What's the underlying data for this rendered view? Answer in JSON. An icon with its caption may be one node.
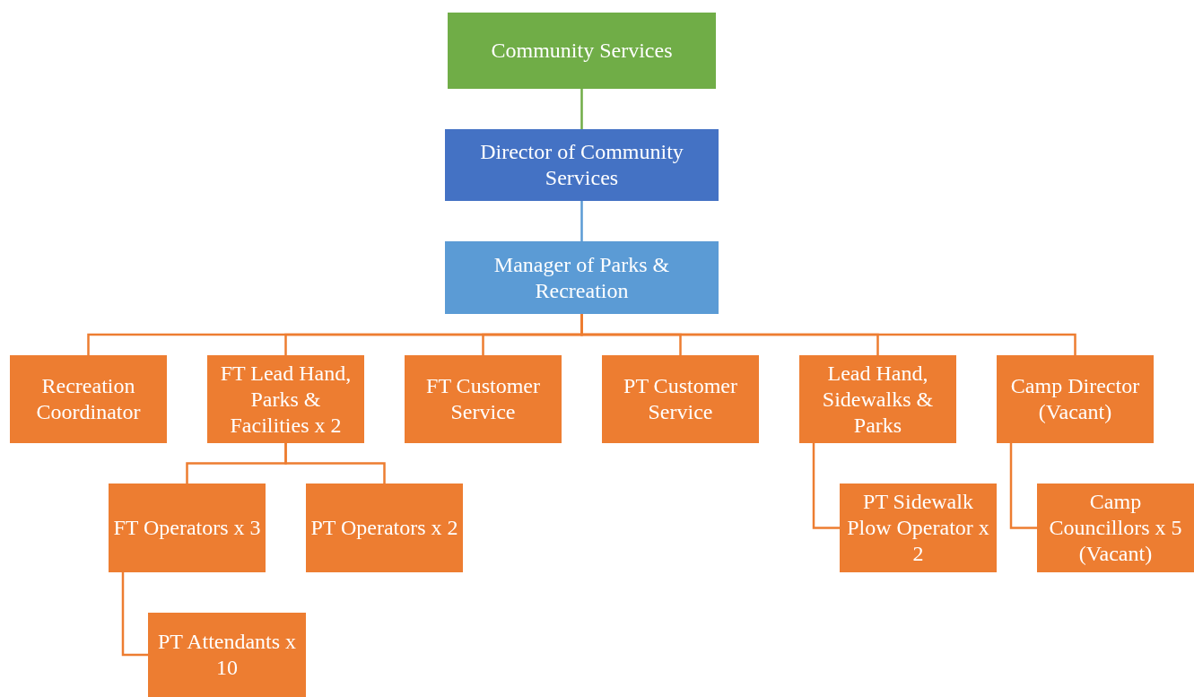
{
  "diagram": {
    "nodes": [
      {
        "text": [
          "Community Services"
        ]
      },
      {
        "text": [
          "Director of Community Services"
        ]
      },
      {
        "text": [
          "Manager of Parks & Recreation"
        ]
      },
      {
        "text": [
          "Recreation Coordinator"
        ]
      },
      {
        "text": [
          "FT Lead Hand, Parks & Facilities x 2"
        ]
      },
      {
        "text": [
          "FT Customer Service"
        ]
      },
      {
        "text": [
          "PT Customer Service"
        ]
      },
      {
        "text": [
          "Lead Hand, Sidewalks & Parks"
        ]
      },
      {
        "text": [
          "Camp Director (Vacant)"
        ]
      },
      {
        "text": [
          "FT Operators x 3"
        ]
      },
      {
        "text": [
          "PT Operators x 2"
        ]
      },
      {
        "text": [
          "PT Attendants x 10"
        ]
      },
      {
        "text": [
          "PT Sidewalk Plow Operator x 2"
        ]
      },
      {
        "text": [
          "Camp Councillors x 5 (Vacant)"
        ]
      }
    ],
    "edges": [
      {
        "from": 0,
        "to": 1,
        "arrow": "none",
        "color": "#70ad47"
      },
      {
        "from": 1,
        "to": 2,
        "arrow": "none",
        "color": "#5b9bd5"
      },
      {
        "from": 2,
        "to": 3,
        "arrow": "none"
      },
      {
        "from": 2,
        "to": 4,
        "arrow": "none"
      },
      {
        "from": 2,
        "to": 5,
        "arrow": "none"
      },
      {
        "from": 2,
        "to": 6,
        "arrow": "none"
      },
      {
        "from": 2,
        "to": 7,
        "arrow": "none"
      },
      {
        "from": 2,
        "to": 8,
        "arrow": "none"
      },
      {
        "from": 4,
        "to": 9,
        "arrow": "none"
      },
      {
        "from": 4,
        "to": 10,
        "arrow": "none"
      },
      {
        "from": 9,
        "to": 11,
        "arrow": "none"
      },
      {
        "from": 7,
        "to": 12,
        "arrow": "none"
      },
      {
        "from": 8,
        "to": 13,
        "arrow": "none"
      }
    ]
  }
}
